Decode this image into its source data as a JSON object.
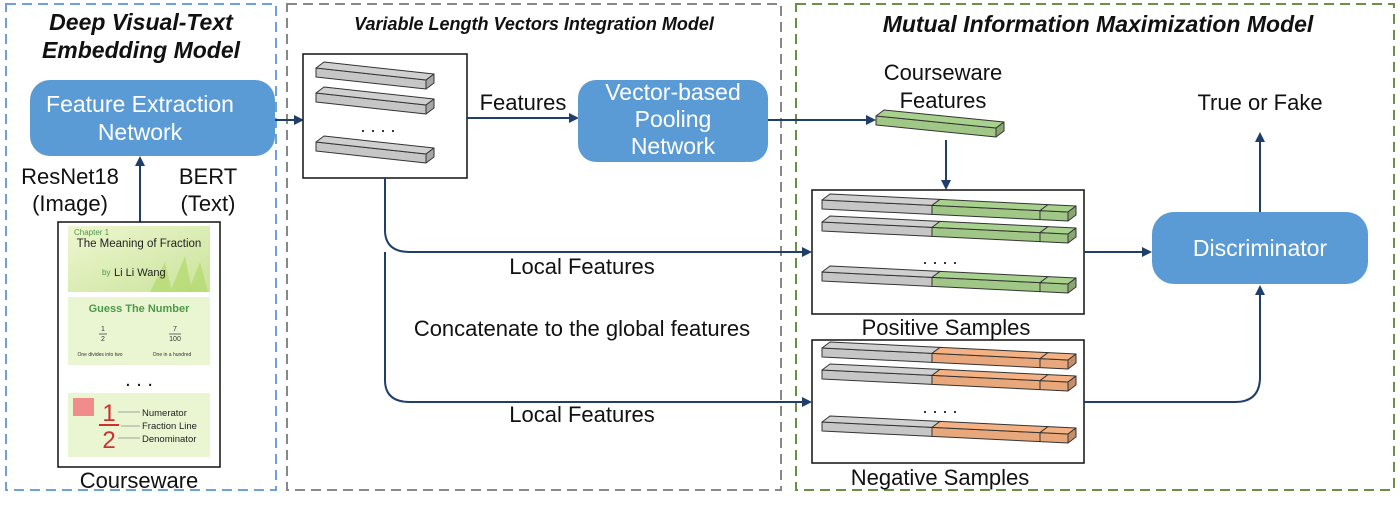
{
  "sections": {
    "embedding": {
      "title_line1": "Deep Visual-Text",
      "title_line2": "Embedding Model"
    },
    "integration": {
      "title": "Variable Length Vectors Integration Model"
    },
    "mutual": {
      "title": "Mutual Information Maximization Model"
    }
  },
  "nodes": {
    "feature_extraction": {
      "line1": "Feature Extraction",
      "line2": "Network"
    },
    "pooling": {
      "line1": "Vector-based",
      "line2": "Pooling",
      "line3": "Network"
    },
    "discriminator": {
      "label": "Discriminator"
    }
  },
  "labels": {
    "resnet_line1": "ResNet18",
    "resnet_line2": "(Image)",
    "bert_line1": "BERT",
    "bert_line2": "(Text)",
    "courseware": "Courseware",
    "features": "Features",
    "courseware_features_line1": "Courseware",
    "courseware_features_line2": "Features",
    "true_or_fake": "True or Fake",
    "local_features_top": "Local Features",
    "concatenate": "Concatenate to the global features",
    "local_features_bottom": "Local Features",
    "positive_samples": "Positive Samples",
    "negative_samples": "Negative Samples",
    "dots": ". . . .",
    "courseware_dots": ". . ."
  },
  "slides": {
    "slide1": {
      "chapter": "Chapter 1",
      "title": "The Meaning of Fraction",
      "author_prefix": "by",
      "author": "Li Li Wang"
    },
    "slide2": {
      "title": "Guess The Number",
      "fraction1_num": "1",
      "fraction1_den": "2",
      "fraction2_num": "7",
      "fraction2_den": "100",
      "caption1": "One divides into two",
      "caption2": "One in a hundred"
    },
    "slide3": {
      "numerator": "1",
      "denominator": "2",
      "label_numerator": "Numerator",
      "label_line": "Fraction Line",
      "label_denominator": "Denominator"
    }
  },
  "colors": {
    "node_blue": "#5b9bd5",
    "arrow": "#1f3f6a",
    "bar_gray": "#d0d0d0",
    "bar_green": "#a9d18e",
    "bar_orange": "#f4b183",
    "dash_blue": "#6fa0d8",
    "dash_gray": "#888888",
    "dash_green": "#6b8f4a"
  }
}
